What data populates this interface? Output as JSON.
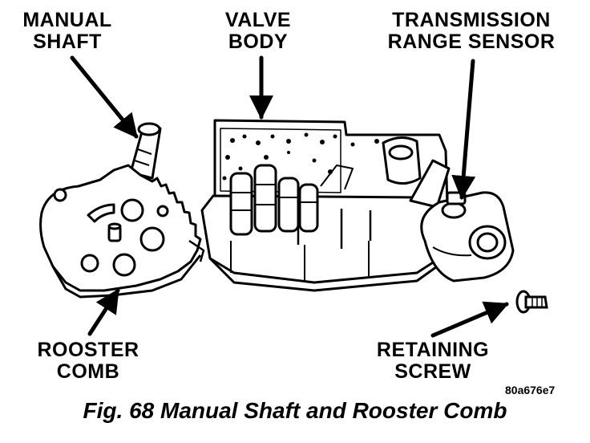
{
  "labels": {
    "manual_shaft": [
      "MANUAL",
      "SHAFT"
    ],
    "valve_body": [
      "VALVE",
      "BODY"
    ],
    "transmission_range_sensor": [
      "TRANSMISSION",
      "RANGE SENSOR"
    ],
    "rooster_comb": [
      "ROOSTER",
      "COMB"
    ],
    "retaining_screw": [
      "RETAINING",
      "SCREW"
    ]
  },
  "reference_code": "80a676e7",
  "caption": "Fig. 68 Manual Shaft and Rooster Comb"
}
